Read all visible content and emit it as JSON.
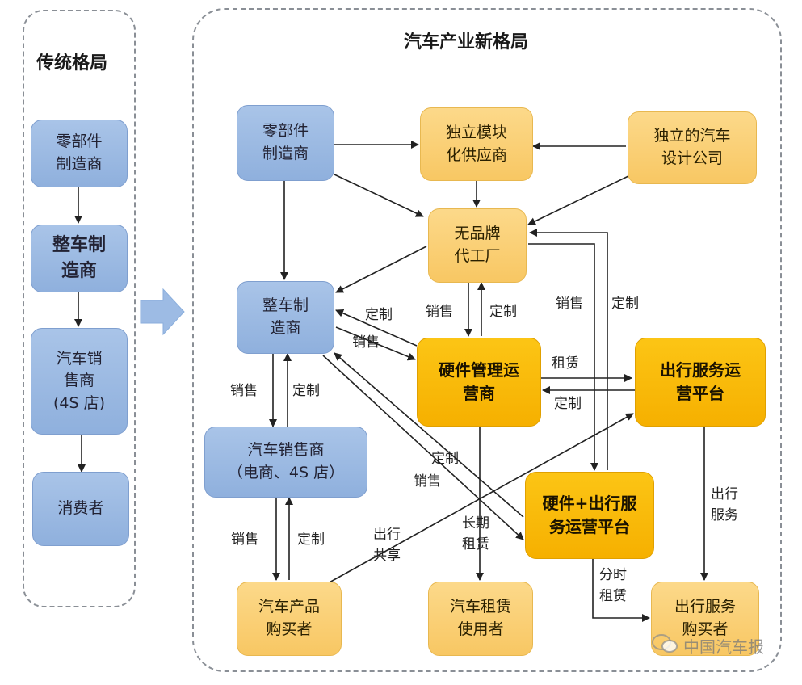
{
  "left_panel": {
    "title": "传统格局",
    "nodes": [
      {
        "id": "l1",
        "label": "零部件\n制造商"
      },
      {
        "id": "l2",
        "label": "整车制\n造商"
      },
      {
        "id": "l3",
        "label": "汽车销\n售商\n(4S 店)"
      },
      {
        "id": "l4",
        "label": "消费者"
      }
    ]
  },
  "right_panel": {
    "title": "汽车产业新格局",
    "nodes": {
      "parts": "零部件\n制造商",
      "module": "独立模块\n化供应商",
      "design": "独立的汽车\n设计公司",
      "oem": "无品牌\n代工厂",
      "automaker": "整车制\n造商",
      "hardware_op": "硬件管理运\n营商",
      "mobility_platform": "出行服务运\n营平台",
      "dealer": "汽车销售商\n（电商、4S 店）",
      "hw_mobility_platform": "硬件+出行服\n务运营平台",
      "buyer": "汽车产品\n购买者",
      "lease_user": "汽车租赁\n使用者",
      "mobility_buyer": "出行服务\n购买者"
    },
    "edge_labels": {
      "oem_to_hw_sale": "销售",
      "hw_to_oem_custom": "定制",
      "hw_to_auto_custom": "定制",
      "auto_to_hw_sale": "销售",
      "oem_to_hwmob_sale": "销售",
      "hwmob_to_oem_custom": "定制",
      "hw_to_mob_lease": "租赁",
      "mob_to_hw_custom": "定制",
      "auto_to_dealer_sale": "销售",
      "dealer_to_auto_custom": "定制",
      "hwmob_auto_custom": "定制",
      "auto_hwmob_sale": "销售",
      "dealer_to_buyer_sale": "销售",
      "buyer_to_dealer_custom": "定制",
      "buyer_to_mob_share": "出行\n共享",
      "hw_to_lease_long": "长期\n租赁",
      "mob_to_mobbuyer_service": "出行\n服务",
      "hwmob_to_mobbuyer_timeshare": "分时\n租赁"
    }
  },
  "watermark": "中国汽车报",
  "colors": {
    "blue_node": "#9dbbe4",
    "light_orange_node": "#f9cf74",
    "gold_node": "#f8b80a",
    "arrow": "#222222",
    "panel_border": "#8a8f96",
    "transition_arrow": "#9dbbe4"
  }
}
